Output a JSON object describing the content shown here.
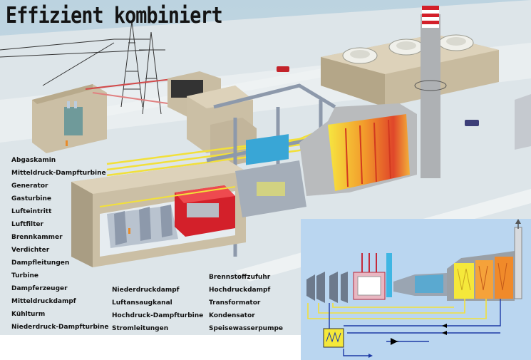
{
  "title": "Effizient kombiniert",
  "legend": {
    "col1": [
      "Abgaskamin",
      "Mitteldruck-Dampfturbine",
      "Generator",
      "Gasturbine",
      "Lufteintritt",
      "Luftfilter",
      "Brennkammer",
      "Verdichter",
      "Dampfleitungen",
      "Turbine",
      "Dampferzeuger",
      "Mitteldruckdampf",
      "Kühlturm",
      "Niederdruck-Dampfturbine"
    ],
    "col2": [
      "Niederdruckdampf",
      "Luftansaugkanal",
      "Hochdruck-Dampfturbine",
      "Stromleitungen"
    ],
    "col3": [
      "Brennstoffzufuhr",
      "Hochdruckdampf",
      "Transformator",
      "Kondensator",
      "Speisewasserpumpe"
    ]
  },
  "colors": {
    "ground": "#dfe6ea",
    "background": "#c9dbe5",
    "building": "#cbbfa5",
    "building_dark": "#a99d83",
    "generator": "#d3202a",
    "pipe_yellow": "#f2e03a",
    "pipe_red": "#d24a4a",
    "steel": "#8d99ab",
    "inset_bg": "#bad6f0",
    "heat_yellow": "#f5e83a",
    "heat_orange": "#f08a2a"
  },
  "icons": [
    "transmission-tower-icon",
    "transformer-icon",
    "cooling-fan-icon",
    "car-icon",
    "chimney-icon",
    "pump-icon",
    "arrow-icon"
  ]
}
